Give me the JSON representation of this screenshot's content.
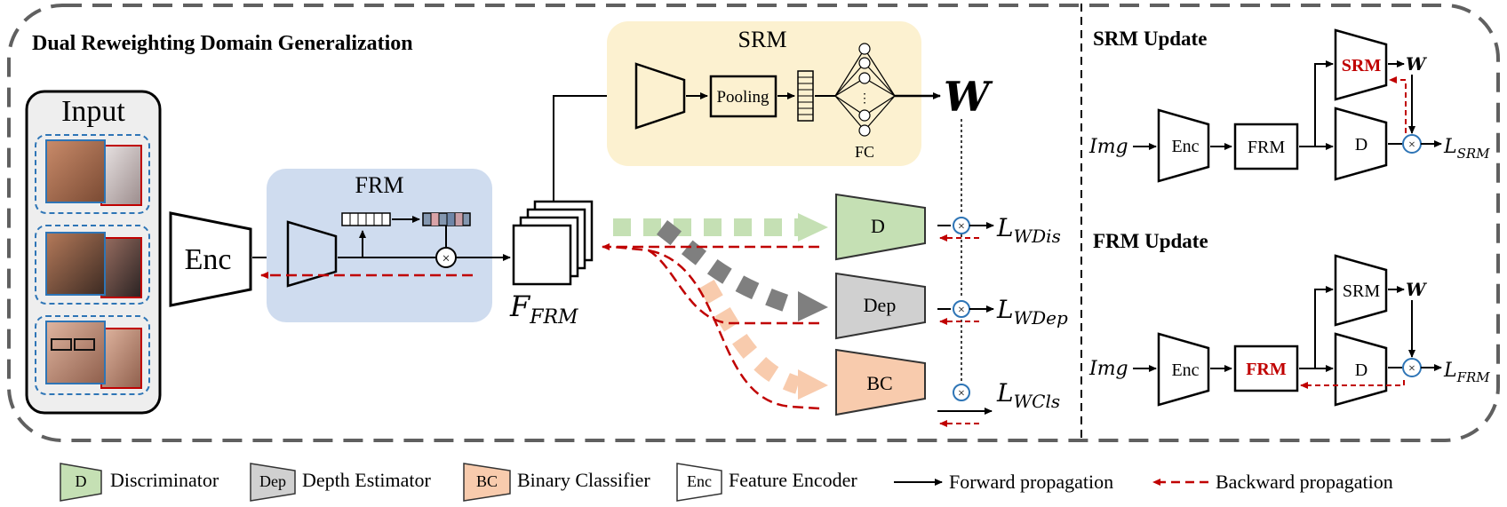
{
  "title": "Dual Reweighting Domain Generalization",
  "input": {
    "label": "Input"
  },
  "enc": {
    "label": "Enc"
  },
  "frm": {
    "label": "FRM",
    "output_label": "F",
    "output_sub": "FRM"
  },
  "srm": {
    "label": "SRM",
    "pooling": "Pooling",
    "fc": "FC",
    "w": "W",
    "dots": "⋮"
  },
  "heads": {
    "d": {
      "label": "D",
      "loss": "L",
      "loss_sub": "WDis"
    },
    "dep": {
      "label": "Dep",
      "loss": "L",
      "loss_sub": "WDep"
    },
    "bc": {
      "label": "BC",
      "loss": "L",
      "loss_sub": "WCls"
    }
  },
  "srm_update": {
    "title": "SRM Update",
    "img": "Img",
    "enc": "Enc",
    "frm": "FRM",
    "srm": "SRM",
    "d": "D",
    "w": "W",
    "loss": "L",
    "loss_sub": "SRM"
  },
  "frm_update": {
    "title": "FRM Update",
    "img": "Img",
    "enc": "Enc",
    "frm": "FRM",
    "srm": "SRM",
    "d": "D",
    "w": "W",
    "loss": "L",
    "loss_sub": "FRM"
  },
  "legend": {
    "d_box": "D",
    "d_text": "Discriminator",
    "dep_box": "Dep",
    "dep_text": "Depth Estimator",
    "bc_box": "BC",
    "bc_text": "Binary Classifier",
    "enc_box": "Enc",
    "enc_text": "Feature Encoder",
    "forward": "Forward propagation",
    "backward": "Backward propagation"
  },
  "colors": {
    "frm_bg": "#cfdcef",
    "srm_bg": "#fcf1d0",
    "d_fill": "#c5e0b4",
    "dep_fill": "#d0d0d0",
    "bc_fill": "#f8cbad",
    "backward": "#c00000",
    "input_bg": "#eeeeee",
    "face_border_blue": "#2e75b6",
    "face_border_red": "#c00000"
  }
}
